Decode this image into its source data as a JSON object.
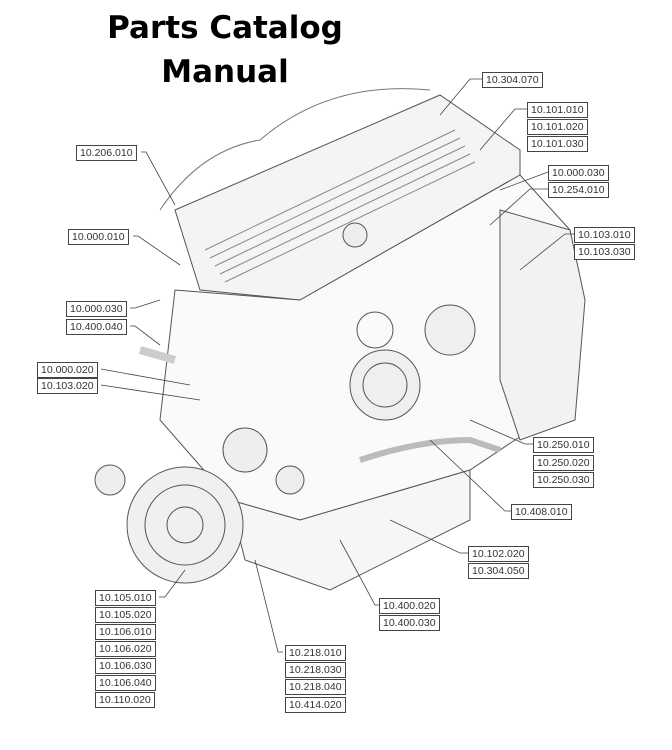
{
  "title": {
    "line1": "Parts Catalog",
    "line2": "Manual"
  },
  "callouts": [
    {
      "id": "c1",
      "labels": [
        "10.304.070"
      ]
    },
    {
      "id": "c2",
      "labels": [
        "10.101.010",
        "10.101.020",
        "10.101.030"
      ]
    },
    {
      "id": "c3",
      "labels": [
        "10.000.030"
      ]
    },
    {
      "id": "c4",
      "labels": [
        "10.254.010"
      ]
    },
    {
      "id": "c5",
      "labels": [
        "10.103.010",
        "10.103.030"
      ]
    },
    {
      "id": "c6",
      "labels": [
        "10.206.010"
      ]
    },
    {
      "id": "c7",
      "labels": [
        "10.000.010"
      ]
    },
    {
      "id": "c8",
      "labels": [
        "10.000.030"
      ]
    },
    {
      "id": "c9",
      "labels": [
        "10.400.040"
      ]
    },
    {
      "id": "c10",
      "labels": [
        "10.000.020"
      ]
    },
    {
      "id": "c11",
      "labels": [
        "10.103.020"
      ]
    },
    {
      "id": "c12",
      "labels": [
        "10.250.010",
        "10.250.020",
        "10.250.030"
      ]
    },
    {
      "id": "c13",
      "labels": [
        "10.408.010"
      ]
    },
    {
      "id": "c14",
      "labels": [
        "10.102.020",
        "10.304.050"
      ]
    },
    {
      "id": "c15",
      "labels": [
        "10.400.020",
        "10.400.030"
      ]
    },
    {
      "id": "c16",
      "labels": [
        "10.105.010",
        "10.105.020",
        "10.106.010",
        "10.106.020",
        "10.106.030",
        "10.106.040",
        "10.110.020"
      ]
    },
    {
      "id": "c17",
      "labels": [
        "10.218.010",
        "10.218.030",
        "10.218.040",
        "10.414.020"
      ]
    }
  ]
}
